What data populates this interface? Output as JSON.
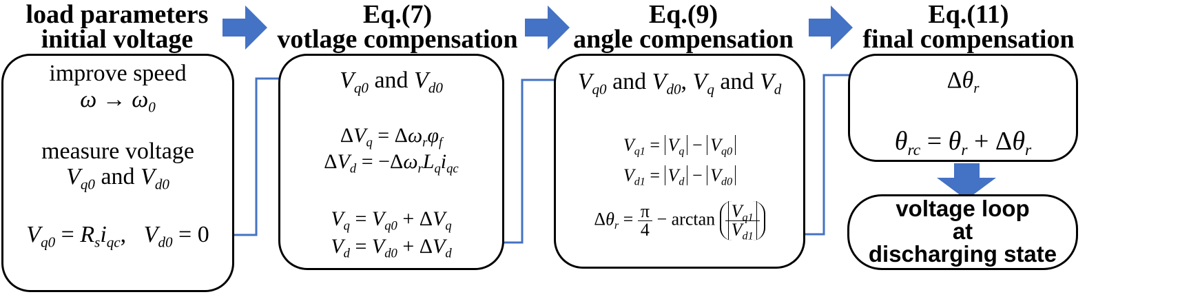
{
  "headers": {
    "step1": [
      "load parameters",
      "initial voltage"
    ],
    "step2": [
      "Eq.(7)",
      "votlage compensation"
    ],
    "step3": [
      "Eq.(9)",
      "angle compensation"
    ],
    "step4": [
      "Eq.(11)",
      "final compensation"
    ]
  },
  "box1": {
    "line1": "improve speed",
    "line3": "measure voltage",
    "and": "and",
    "sep": ",",
    "zero": "= 0"
  },
  "box2": {
    "and": "and"
  },
  "box3": {
    "and1": "and",
    "and2": "and",
    "arctan": "arctan",
    "pi": "π",
    "four": "4"
  },
  "output": [
    "voltage loop",
    "at",
    "discharging state"
  ],
  "colors": {
    "big_arrow": "#4472C4",
    "connector": "#4472C4",
    "stroke": "#000000"
  }
}
